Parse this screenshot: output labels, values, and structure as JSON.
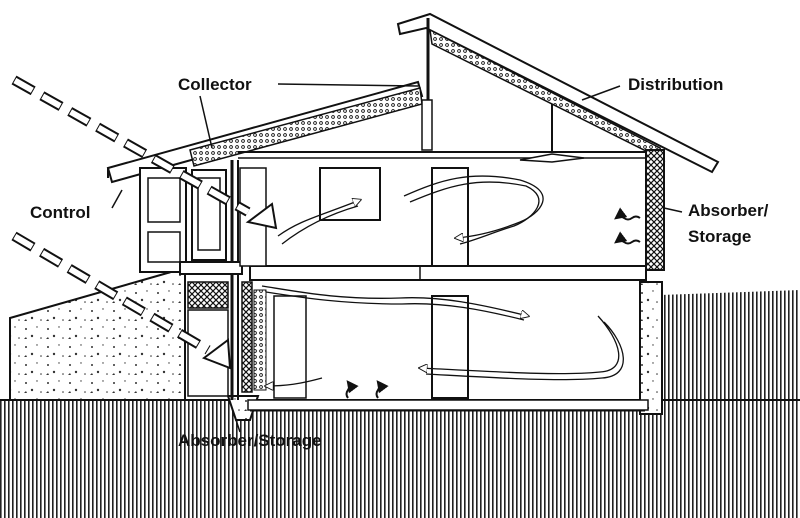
{
  "labels": {
    "collector": "Collector",
    "distribution": "Distribution",
    "control": "Control",
    "absorber_storage_right_line1": "Absorber/",
    "absorber_storage_right_line2": "Storage",
    "absorber_storage_bottom": "Absorber/Storage"
  },
  "colors": {
    "ink": "#111111",
    "paper": "#ffffff"
  }
}
